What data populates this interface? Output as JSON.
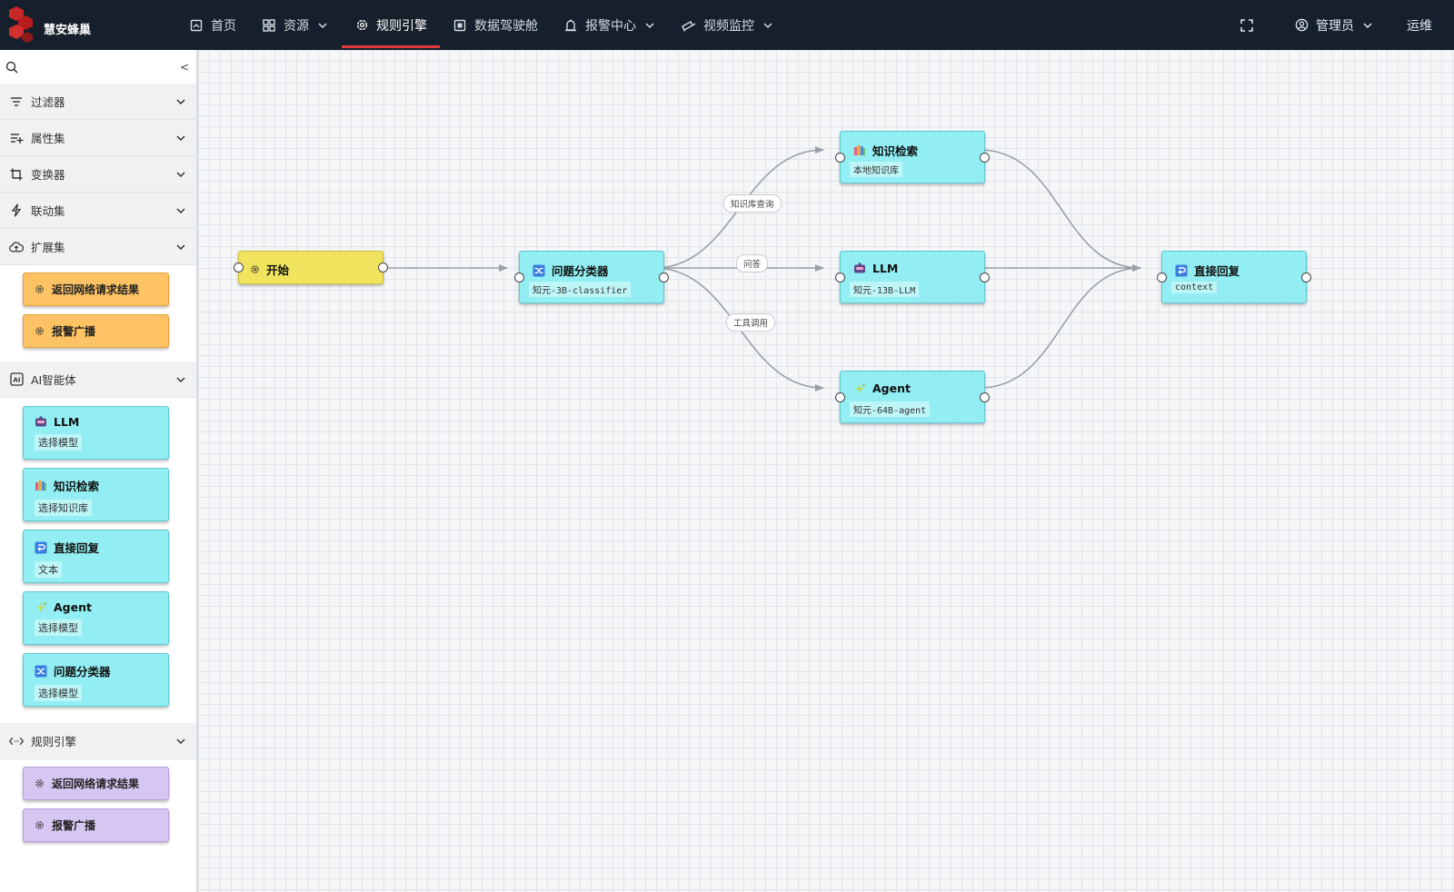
{
  "app": {
    "brand": "慧安蜂巢"
  },
  "nav": {
    "items": [
      {
        "label": "首页",
        "icon": "home-icon",
        "has_menu": false,
        "active": false
      },
      {
        "label": "资源",
        "icon": "grid-icon",
        "has_menu": true,
        "active": false
      },
      {
        "label": "规则引擎",
        "icon": "gear-icon",
        "has_menu": false,
        "active": true
      },
      {
        "label": "数据驾驶舱",
        "icon": "dashboard-icon",
        "has_menu": false,
        "active": false
      },
      {
        "label": "报警中心",
        "icon": "alarm-icon",
        "has_menu": true,
        "active": false
      },
      {
        "label": "视频监控",
        "icon": "camera-icon",
        "has_menu": true,
        "active": false
      }
    ],
    "user": "管理员",
    "role": "运维"
  },
  "sidebar": {
    "collapse_glyph": "<",
    "groups": {
      "filter": {
        "label": "过滤器"
      },
      "attrs": {
        "label": "属性集"
      },
      "transform": {
        "label": "变换器"
      },
      "linkage": {
        "label": "联动集"
      },
      "extend": {
        "label": "扩展集",
        "items": [
          "返回网络请求结果",
          "报警广播"
        ]
      },
      "ai": {
        "label": "AI智能体",
        "cards": [
          {
            "title": "LLM",
            "sub": "选择模型",
            "icon": "robot-icon"
          },
          {
            "title": "知识检索",
            "sub": "选择知识库",
            "icon": "books-icon"
          },
          {
            "title": "直接回复",
            "sub": "文本",
            "icon": "reply-icon"
          },
          {
            "title": "Agent",
            "sub": "选择模型",
            "icon": "sparkle-icon"
          },
          {
            "title": "问题分类器",
            "sub": "选择模型",
            "icon": "shuffle-icon"
          }
        ]
      },
      "rules": {
        "label": "规则引擎",
        "items": [
          "返回网络请求结果",
          "报警广播"
        ]
      }
    }
  },
  "flow": {
    "nodes": {
      "start": {
        "title": "开始"
      },
      "classifier": {
        "title": "问题分类器",
        "sub": "知元-3B-classifier"
      },
      "knowledge": {
        "title": "知识检索",
        "sub": "本地知识库"
      },
      "llm": {
        "title": "LLM",
        "sub": "知元-13B-LLM"
      },
      "agent": {
        "title": "Agent",
        "sub": "知元-64B-agent"
      },
      "reply": {
        "title": "直接回复",
        "sub": "context"
      }
    },
    "edge_labels": {
      "kb_query": "知识库查询",
      "qa": "问答",
      "tool_call": "工具调用"
    }
  },
  "colors": {
    "topbar": "#16202c",
    "active_underline": "#e23b3b",
    "node_cyan": "#92eef2",
    "node_yellow": "#f0e45e",
    "palette_orange": "#fcc263",
    "palette_purple": "#d6c6f2"
  }
}
